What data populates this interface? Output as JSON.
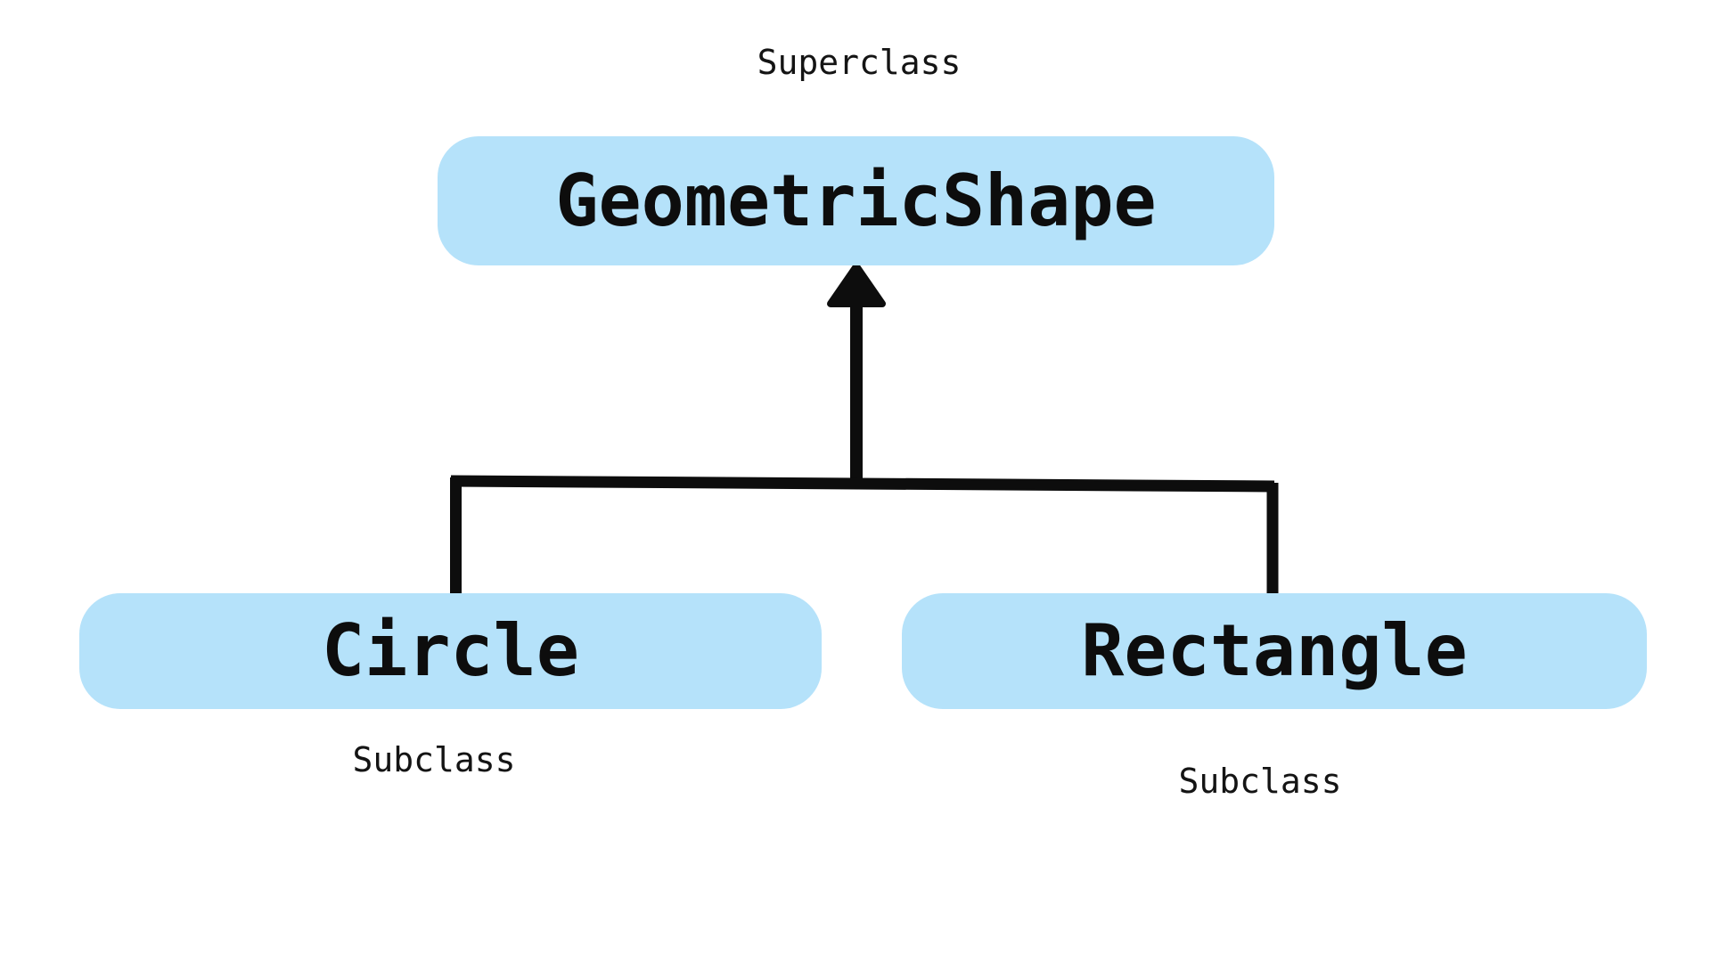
{
  "diagram": {
    "type": "class-inheritance-diagram",
    "colors": {
      "background": "#ffffff",
      "node_fill": "#b5e2fa",
      "line": "#0d0d0d",
      "text": "#0d0d0d"
    },
    "icons": {
      "inheritance_arrowhead": "filled-upward-triangle"
    },
    "nodes": {
      "superclass": "GeometricShape",
      "subclass_left": "Circle",
      "subclass_right": "Rectangle"
    },
    "annotations": {
      "superclass": "Superclass",
      "subclass_left": "Subclass",
      "subclass_right": "Subclass"
    }
  }
}
